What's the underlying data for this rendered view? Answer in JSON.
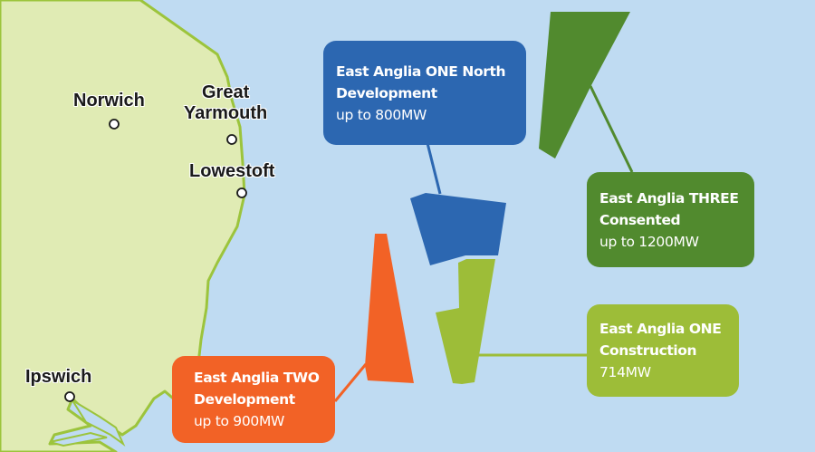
{
  "colors": {
    "sea": "#bfdbf2",
    "land": "#e0ebb4",
    "coast": "#9cc43c",
    "ea_one_north": "#2c67b1",
    "ea_three": "#518a2e",
    "ea_one": "#9dbd38",
    "ea_two": "#f26226"
  },
  "cities": [
    {
      "name": "Norwich"
    },
    {
      "name": "Great",
      "name2": "Yarmouth"
    },
    {
      "name": "Lowestoft"
    },
    {
      "name": "Ipswich"
    }
  ],
  "windfarms": {
    "ea_one_north": {
      "name": "East Anglia ONE North",
      "status": "Development",
      "capacity": "up to 800MW"
    },
    "ea_three": {
      "name": "East Anglia THREE",
      "status": "Consented",
      "capacity": "up to 1200MW"
    },
    "ea_one": {
      "name": "East Anglia ONE",
      "status": "Construction",
      "capacity": "714MW"
    },
    "ea_two": {
      "name": "East Anglia TWO",
      "status": "Development",
      "capacity": "up to 900MW"
    }
  }
}
